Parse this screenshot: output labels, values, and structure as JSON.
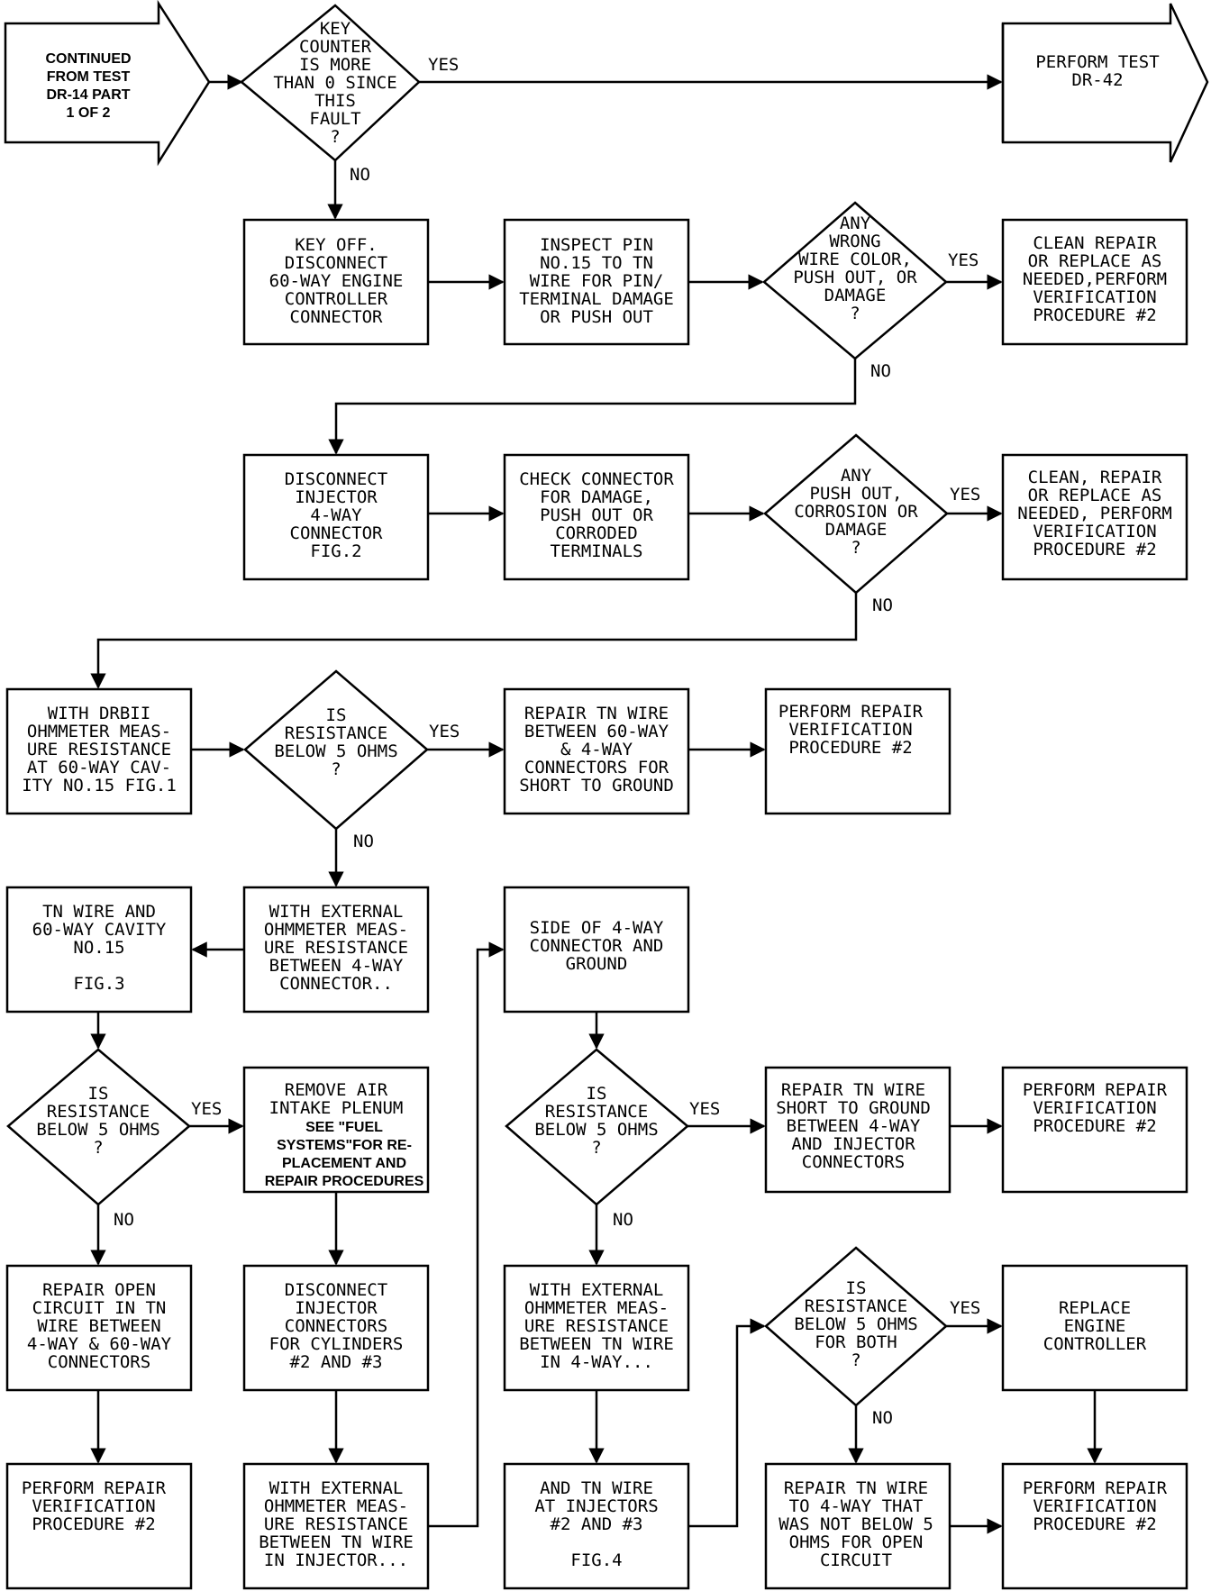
{
  "nodes": {
    "start": [
      "CONTINUED",
      "FROM TEST",
      "DR-14 PART",
      "1 OF 2"
    ],
    "d_key_counter": [
      "KEY",
      "COUNTER",
      "IS MORE",
      "THAN 0 SINCE",
      "THIS",
      "FAULT",
      "?"
    ],
    "perform_dr42": [
      "PERFORM TEST",
      "DR-42"
    ],
    "key_off": [
      "KEY OFF.",
      "DISCONNECT",
      "60-WAY ENGINE",
      "CONTROLLER",
      "CONNECTOR"
    ],
    "inspect_pin": [
      "INSPECT PIN",
      "NO.15 TO TN",
      "WIRE FOR PIN/",
      "TERMINAL DAMAGE",
      "OR PUSH OUT"
    ],
    "d_wrong_wire": [
      "ANY",
      "WRONG",
      "WIRE COLOR,",
      "PUSH OUT, OR",
      "DAMAGE",
      "?"
    ],
    "clean_repair_1": [
      "CLEAN REPAIR",
      "OR REPLACE AS",
      "NEEDED,PERFORM",
      "VERIFICATION",
      "PROCEDURE #2"
    ],
    "disconnect_injector": [
      "DISCONNECT",
      "INJECTOR",
      "4-WAY",
      "CONNECTOR",
      "FIG.2"
    ],
    "check_connector": [
      "CHECK CONNECTOR",
      "FOR DAMAGE,",
      "PUSH OUT OR",
      "CORRODED",
      "TERMINALS"
    ],
    "d_push_out": [
      "ANY",
      "PUSH OUT,",
      "CORROSION OR",
      "DAMAGE",
      "?"
    ],
    "clean_repair_2": [
      "CLEAN, REPAIR",
      "OR REPLACE AS",
      "NEEDED, PERFORM",
      "VERIFICATION",
      "PROCEDURE #2"
    ],
    "drbii_measure": [
      "WITH DRBII",
      "OHMMETER MEAS-",
      "URE RESISTANCE",
      "AT 60-WAY CAV-",
      "ITY NO.15 FIG.1"
    ],
    "d_res_1": [
      "IS",
      "RESISTANCE",
      "BELOW 5 OHMS",
      "?"
    ],
    "repair_tn_short_1": [
      "REPAIR TN WIRE",
      "BETWEEN 60-WAY",
      "& 4-WAY",
      "CONNECTORS FOR",
      "SHORT TO GROUND"
    ],
    "verify_1": [
      "PERFORM REPAIR",
      "VERIFICATION",
      "PROCEDURE #2"
    ],
    "tn_wire_cavity": [
      "TN WIRE AND",
      "60-WAY CAVITY",
      "NO.15",
      "",
      "FIG.3"
    ],
    "ext_ohm_4way": [
      "WITH EXTERNAL",
      "OHMMETER MEAS-",
      "URE RESISTANCE",
      "BETWEEN 4-WAY",
      "CONNECTOR.."
    ],
    "side_4way": [
      "SIDE OF 4-WAY",
      "CONNECTOR AND",
      "GROUND"
    ],
    "d_res_2": [
      "IS",
      "RESISTANCE",
      "BELOW 5 OHMS",
      "?"
    ],
    "remove_air": [
      "REMOVE AIR",
      "INTAKE PLENUM"
    ],
    "remove_air_sub": [
      "SEE  \"FUEL",
      "SYSTEMS\"FOR RE-",
      "PLACEMENT AND",
      "REPAIR PROCEDURES"
    ],
    "d_res_3": [
      "IS",
      "RESISTANCE",
      "BELOW 5 OHMS",
      "?"
    ],
    "repair_tn_short_2": [
      "REPAIR TN WIRE",
      "SHORT TO GROUND",
      "BETWEEN 4-WAY",
      "AND INJECTOR",
      "CONNECTORS"
    ],
    "verify_2": [
      "PERFORM REPAIR",
      "VERIFICATION",
      "PROCEDURE #2"
    ],
    "repair_open": [
      "REPAIR OPEN",
      "CIRCUIT IN TN",
      "WIRE BETWEEN",
      "4-WAY & 60-WAY",
      "CONNECTORS"
    ],
    "disconnect_cyl": [
      "DISCONNECT",
      "INJECTOR",
      "CONNECTORS",
      "FOR CYLINDERS",
      "#2 AND #3"
    ],
    "ext_ohm_tn_4way": [
      "WITH EXTERNAL",
      "OHMMETER MEAS-",
      "URE RESISTANCE",
      "BETWEEN TN WIRE",
      "IN 4-WAY..."
    ],
    "d_res_both": [
      "IS",
      "RESISTANCE",
      "BELOW 5 OHMS",
      "FOR BOTH",
      "?"
    ],
    "replace_controller": [
      "REPLACE",
      "ENGINE",
      "CONTROLLER"
    ],
    "verify_3": [
      "PERFORM REPAIR",
      "VERIFICATION",
      "PROCEDURE #2"
    ],
    "ext_ohm_tn_injector": [
      "WITH EXTERNAL",
      "OHMMETER MEAS-",
      "URE RESISTANCE",
      "BETWEEN TN WIRE",
      "IN INJECTOR..."
    ],
    "tn_at_injectors": [
      "AND TN WIRE",
      "AT INJECTORS",
      "#2 AND #3",
      "",
      "FIG.4"
    ],
    "repair_tn_open": [
      "REPAIR TN WIRE",
      "TO 4-WAY THAT",
      "WAS NOT BELOW 5",
      "OHMS FOR OPEN",
      "CIRCUIT"
    ],
    "verify_4": [
      "PERFORM REPAIR",
      "VERIFICATION",
      "PROCEDURE #2"
    ]
  },
  "edge_labels": {
    "yes": "YES",
    "no": "NO"
  }
}
